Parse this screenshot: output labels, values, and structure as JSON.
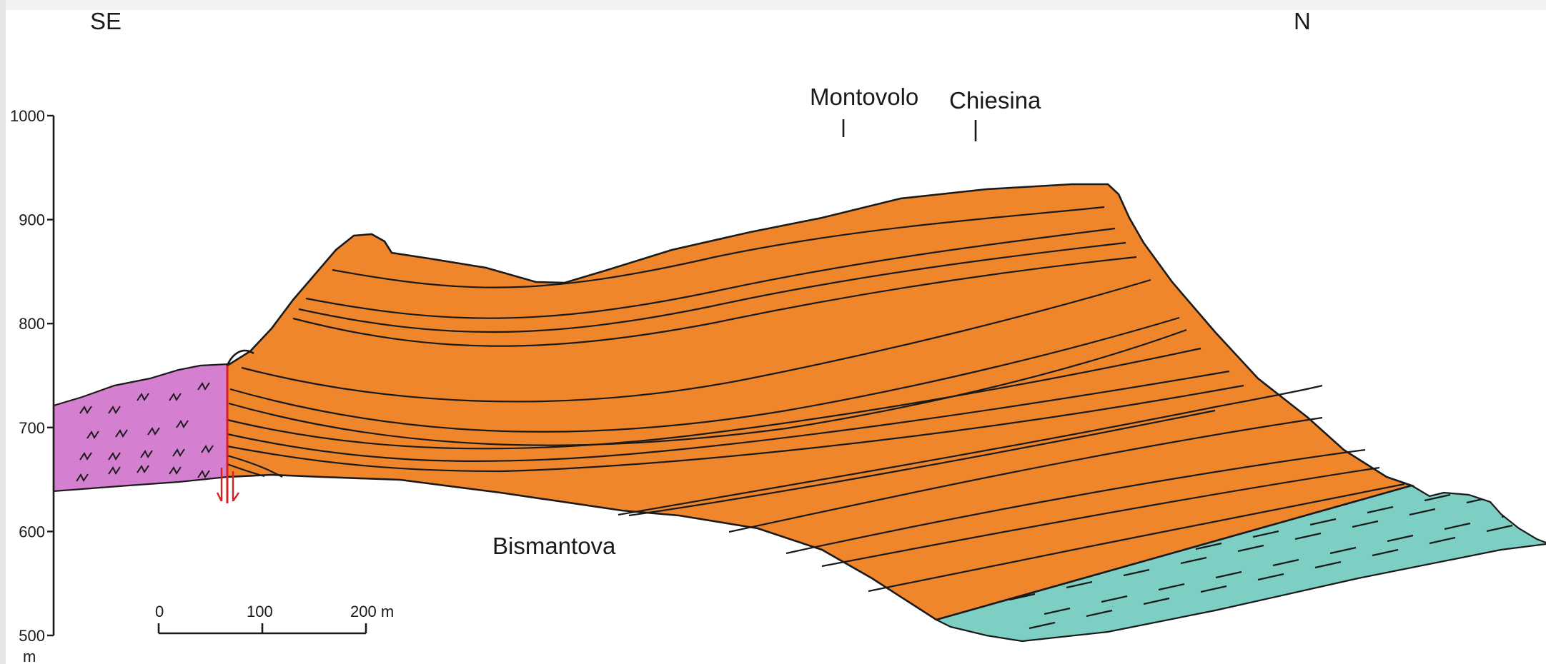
{
  "orientation": {
    "left": "SE",
    "right": "N"
  },
  "places": {
    "peak_1": "Montovolo",
    "peak_2": "Chiesina",
    "base": "Bismantova"
  },
  "axis": {
    "ticks": [
      "1000",
      "900",
      "800",
      "700",
      "600",
      "500"
    ],
    "unit": "m"
  },
  "scalebar": {
    "labels": [
      "0",
      "100",
      "200 m"
    ]
  },
  "colors": {
    "main_unit": "#f0862b",
    "left_unit": "#d47fd0",
    "right_unit": "#7dcfc3",
    "fault": "#d42020",
    "line": "#1a1a1a"
  }
}
